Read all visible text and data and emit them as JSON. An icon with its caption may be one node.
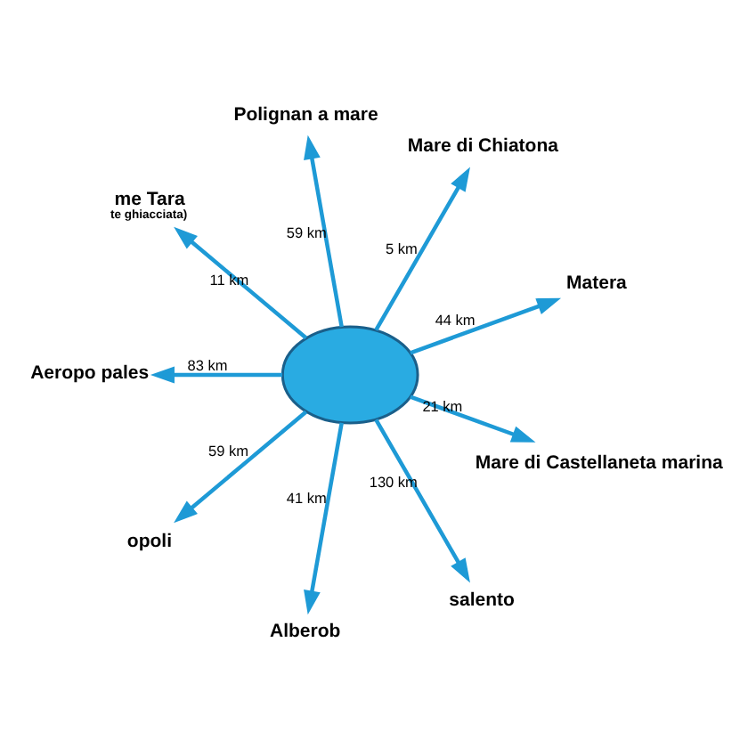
{
  "diagram": {
    "nodes": [
      {
        "text": [
          "Matera"
        ]
      },
      {
        "text": [
          "Mare di Chiatona"
        ]
      },
      {
        "text": [
          "Polignan a mare"
        ]
      },
      {
        "text": [
          "me Tara",
          "te ghiacciata)"
        ]
      },
      {
        "text": [
          "Aeropo pales"
        ]
      },
      {
        "text": [],
        "shape": "ellipse"
      },
      {
        "text": [
          "opoli"
        ]
      },
      {
        "text": [
          "Alberob"
        ]
      },
      {
        "text": [
          "salento"
        ]
      },
      {
        "text": [
          "Mare di Castellaneta marina"
        ]
      }
    ],
    "edges": [
      {
        "from": 5,
        "to": 0,
        "arrow": "to",
        "label": "44 km"
      },
      {
        "from": 5,
        "to": 1,
        "arrow": "to",
        "label": "5 km"
      },
      {
        "from": 5,
        "to": 2,
        "arrow": "to",
        "label": "59 km"
      },
      {
        "from": 5,
        "to": 3,
        "arrow": "to",
        "label": "11 km"
      },
      {
        "from": 5,
        "to": 4,
        "arrow": "to",
        "label": "83 km"
      },
      {
        "from": 5,
        "to": 6,
        "arrow": "to",
        "label": "59 km"
      },
      {
        "from": 5,
        "to": 7,
        "arrow": "to",
        "label": "41 km"
      },
      {
        "from": 5,
        "to": 8,
        "arrow": "to",
        "label": "130 km"
      },
      {
        "from": 5,
        "to": 9,
        "arrow": "to",
        "label": "21 km"
      }
    ]
  }
}
